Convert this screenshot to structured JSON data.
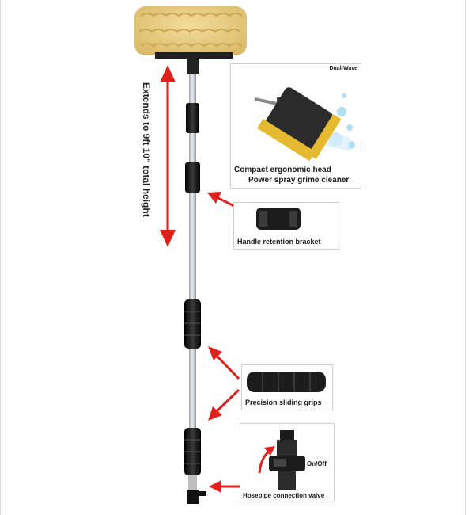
{
  "height_note": "Extends to 9ft 10\" total height",
  "callouts": {
    "head": {
      "badge": "Dual-Wave",
      "line1": "Compact ergonomic head",
      "line2": "Power spray grime cleaner"
    },
    "bracket": {
      "label": "Handle retention bracket"
    },
    "grips": {
      "label": "Precision sliding grips"
    },
    "valve": {
      "label": "Hosepipe connection valve",
      "switch": "On/Off"
    }
  },
  "colors": {
    "arrow": "#e0201b",
    "sponge": "#e8cf86",
    "shaft": "#c8ccd1",
    "grip": "#1a1a1a"
  }
}
